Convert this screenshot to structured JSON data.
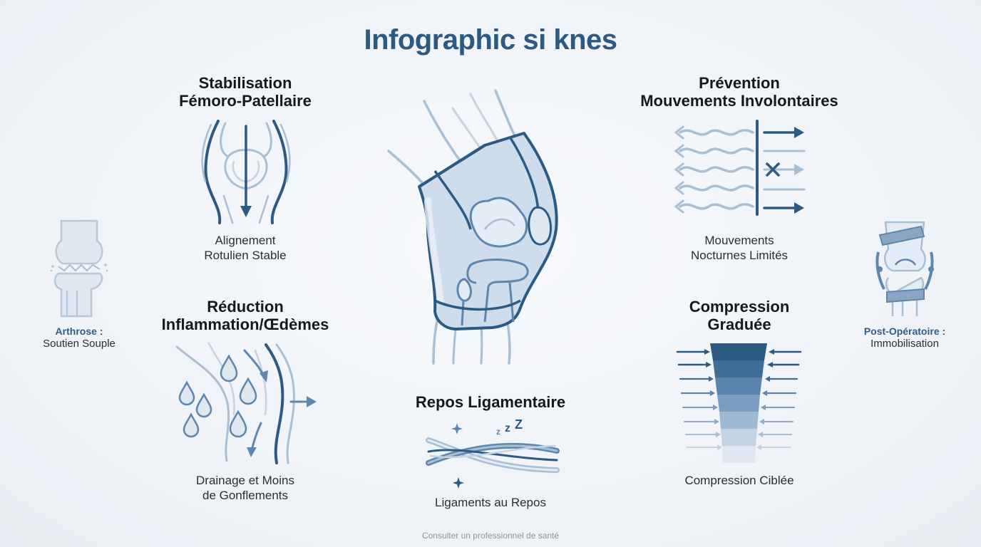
{
  "title": "Infographic si knes",
  "sections": {
    "stabilisation": {
      "heading": "Stabilisation\nFémoro-Patellaire",
      "caption": "Alignement\nRotulien Stable",
      "icon": "patella-alignment-icon"
    },
    "reduction": {
      "heading": "Réduction\nInflammation/Œdèmes",
      "caption": "Drainage et Moins\nde Gonflements",
      "icon": "fluid-drainage-icon"
    },
    "repos": {
      "heading": "Repos Ligamentaire",
      "caption": "Ligaments au Repos",
      "icon": "resting-ligament-icon"
    },
    "prevention": {
      "heading": "Prévention\nMouvements Involontaires",
      "caption": "Mouvements\nNocturnes Limités",
      "icon": "blocked-movement-icon"
    },
    "compression": {
      "heading": "Compression\nGraduée",
      "caption": "Compression Ciblée",
      "icon": "graduated-compression-icon"
    }
  },
  "side": {
    "left": {
      "title": "Arthrose :",
      "text": "Soutien Souple",
      "icon": "arthritic-knee-icon"
    },
    "right": {
      "title": "Post-Opératoire :",
      "text": "Immobilisation",
      "icon": "braced-knee-icon"
    }
  },
  "center_icon": "knee-brace-icon",
  "footer": "Consulter un professionnel de santé",
  "colors": {
    "primary": "#2c5a83",
    "accent": "#5f86ad",
    "light": "#a9bfd4",
    "bg": "#eef2f7"
  }
}
